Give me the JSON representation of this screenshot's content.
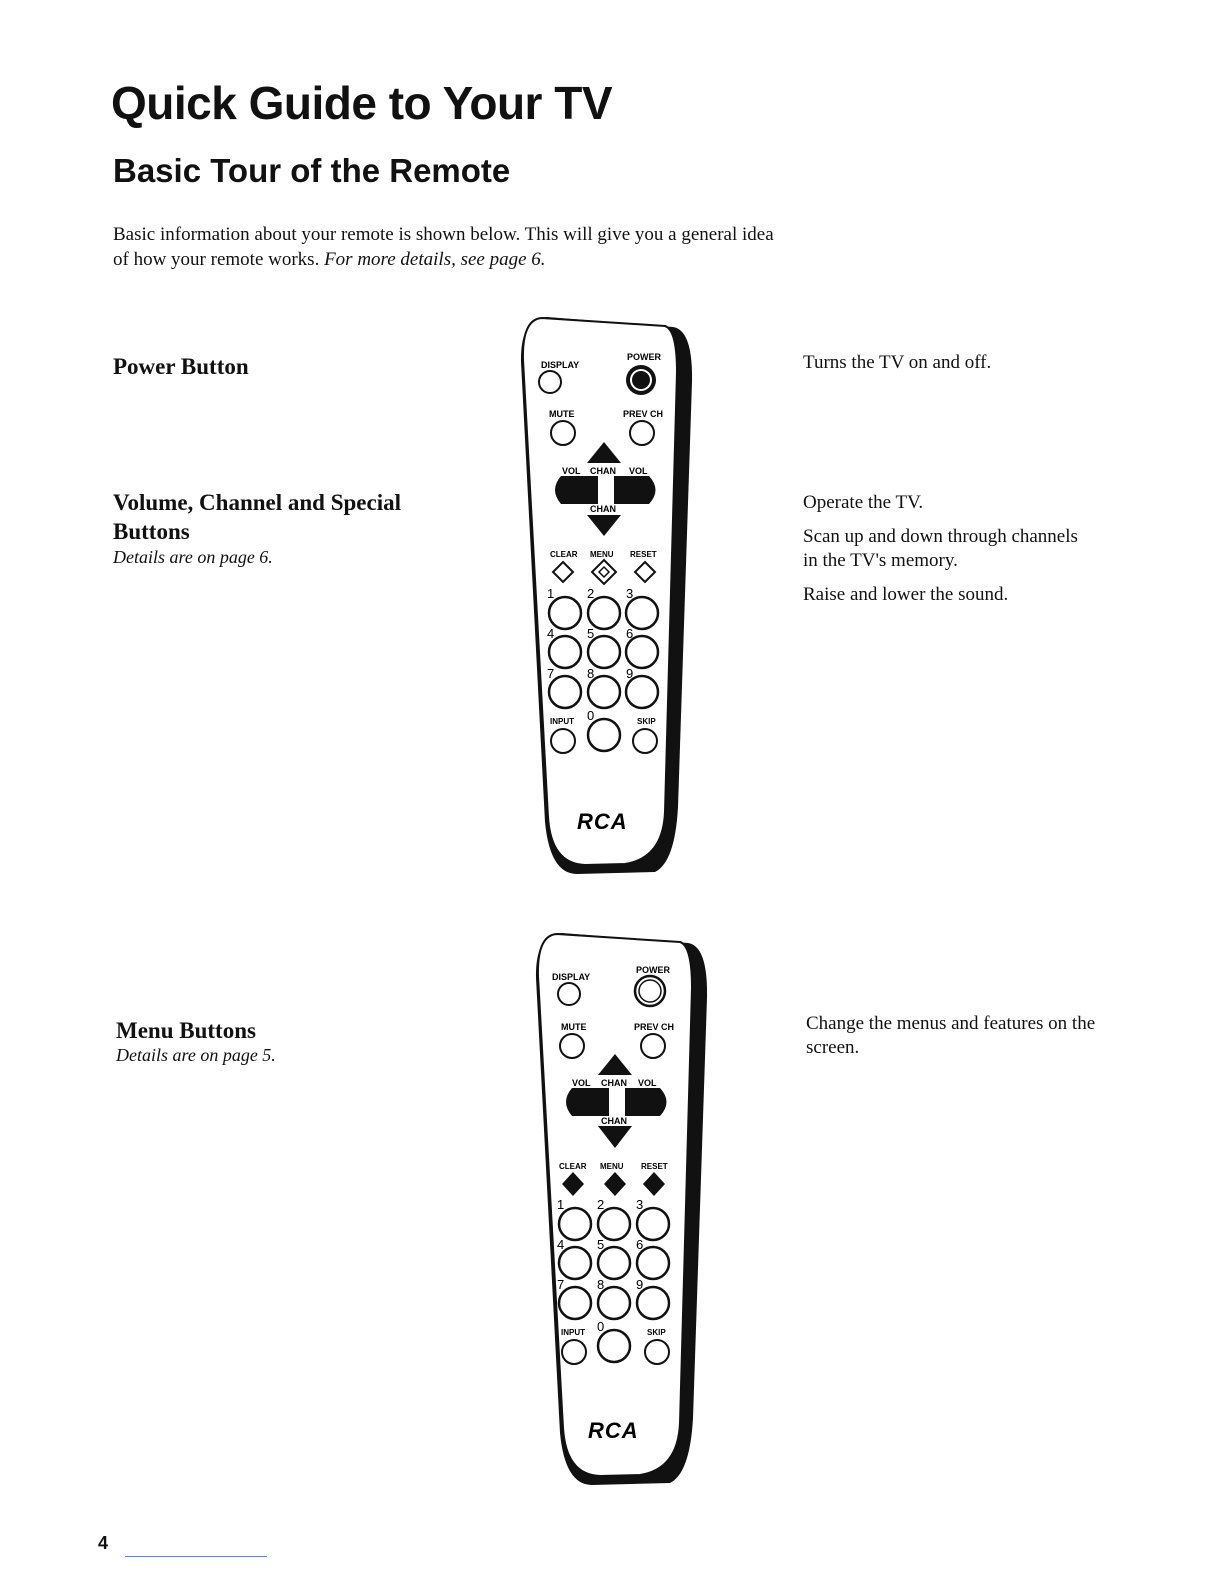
{
  "page": {
    "title": "Quick Guide to Your TV",
    "subtitle": "Basic Tour of the Remote",
    "intro": "Basic information about your remote is shown below. This will give you a general idea of how your remote works.",
    "intro_ref": "For more details, see page 6.",
    "page_number": "4"
  },
  "sections": [
    {
      "label": "Power Button",
      "description": "Turns the TV on and off."
    },
    {
      "label": "Volume, Channel and Special Buttons",
      "details": "Details are on page 6.",
      "descriptions": [
        "Operate the TV.",
        "Scan up and down through channels in the TV's memory.",
        "Raise and lower the sound."
      ]
    },
    {
      "label": "Menu Buttons",
      "details": "Details are on page 5.",
      "description": "Change the menus and features on the screen."
    }
  ],
  "remote": {
    "labels": {
      "display": "DISPLAY",
      "power": "POWER",
      "mute": "MUTE",
      "prevch": "PREV CH",
      "vol": "VOL",
      "chan": "CHAN",
      "clear": "CLEAR",
      "menu": "MENU",
      "reset": "RESET",
      "input": "INPUT",
      "skip": "SKIP",
      "logo": "RCA",
      "digits": [
        "1",
        "2",
        "3",
        "4",
        "5",
        "6",
        "7",
        "8",
        "9",
        "0"
      ]
    }
  }
}
